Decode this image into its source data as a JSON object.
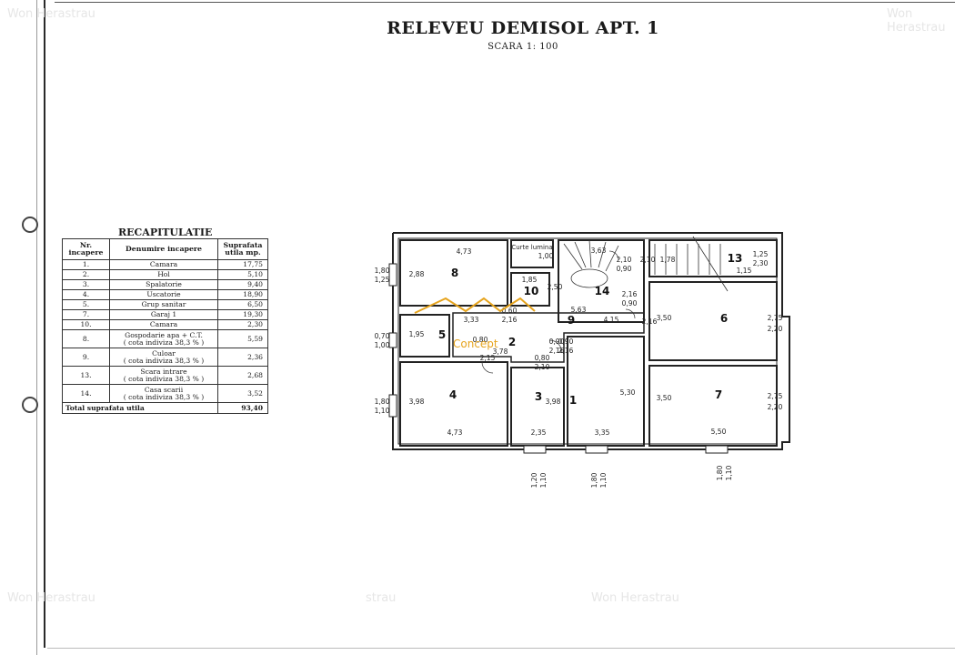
{
  "title": "RELEVEU DEMISOL  APT. 1",
  "scale": "SCARA  1: 100",
  "recap": {
    "title": "RECAPITULATIE",
    "headers": [
      "Nr. incapere",
      "Denumire incapere",
      "Suprafata utila mp."
    ],
    "rows": [
      {
        "nr": "1.",
        "name": "Camara",
        "sub": "",
        "area": "17,75"
      },
      {
        "nr": "2.",
        "name": "Hol",
        "sub": "",
        "area": "5,10"
      },
      {
        "nr": "3.",
        "name": "Spalatorie",
        "sub": "",
        "area": "9,40"
      },
      {
        "nr": "4.",
        "name": "Uscatorie",
        "sub": "",
        "area": "18,90"
      },
      {
        "nr": "5.",
        "name": "Grup  sanitar",
        "sub": "",
        "area": "6,50"
      },
      {
        "nr": "7.",
        "name": "Garaj 1",
        "sub": "",
        "area": "19,30"
      },
      {
        "nr": "10.",
        "name": "Camara",
        "sub": "",
        "area": "2,30"
      },
      {
        "nr": "8.",
        "name": "Gospodarie apa + C.T.",
        "sub": "( cota indiviza 38,3 % )",
        "area": "5,59"
      },
      {
        "nr": "9.",
        "name": "Culoar",
        "sub": "( cota indiviza 38,3 % )",
        "area": "2,36"
      },
      {
        "nr": "13.",
        "name": "Scara intrare",
        "sub": "( cota indiviza 38,3 % )",
        "area": "2,68"
      },
      {
        "nr": "14.",
        "name": "Casa scarii",
        "sub": "( cota indiviza 38,3 % )",
        "area": "3,52"
      }
    ],
    "total_label": "Total  suprafata utila",
    "total_value": "93,40"
  },
  "plan": {
    "room_numbers": [
      "1",
      "2",
      "3",
      "4",
      "5",
      "6",
      "7",
      "8",
      "9",
      "10",
      "13",
      "14"
    ],
    "dimensions": [
      "4,73",
      "2,88",
      "3,33",
      "1,95",
      "3,98",
      "4,73",
      "2,35",
      "3,98",
      "3,35",
      "5,30",
      "3,78",
      "5,63",
      "3,63",
      "3,50",
      "2,16",
      "3,50",
      "5,50",
      "2,75",
      "2,20",
      "2,75",
      "2,20",
      "1,25",
      "2,30",
      "1,15",
      "1,78",
      "0,60",
      "2,16",
      "0,80",
      "2,15",
      "0,90",
      "2,16",
      "1,00",
      "1,85",
      "2,50",
      "2,10",
      "0,90",
      "2,16",
      "0,90",
      "2,10",
      "4,15",
      "0,80",
      "2,10",
      "0,90",
      "2,16"
    ],
    "window_labels": [
      {
        "top": "1,80",
        "bottom": "1,25"
      },
      {
        "top": "0,70",
        "bottom": "1,00"
      },
      {
        "top": "1,80",
        "bottom": "1,10"
      },
      {
        "top": "1,20",
        "bottom": "1,10"
      },
      {
        "top": "1,80",
        "bottom": "1,10"
      },
      {
        "top": "1,80",
        "bottom": "1,10"
      }
    ],
    "curte_label": "Curte lumina",
    "logo_text": "Concept"
  },
  "watermark": "Won Herastrau",
  "watermark_partial": "strau"
}
